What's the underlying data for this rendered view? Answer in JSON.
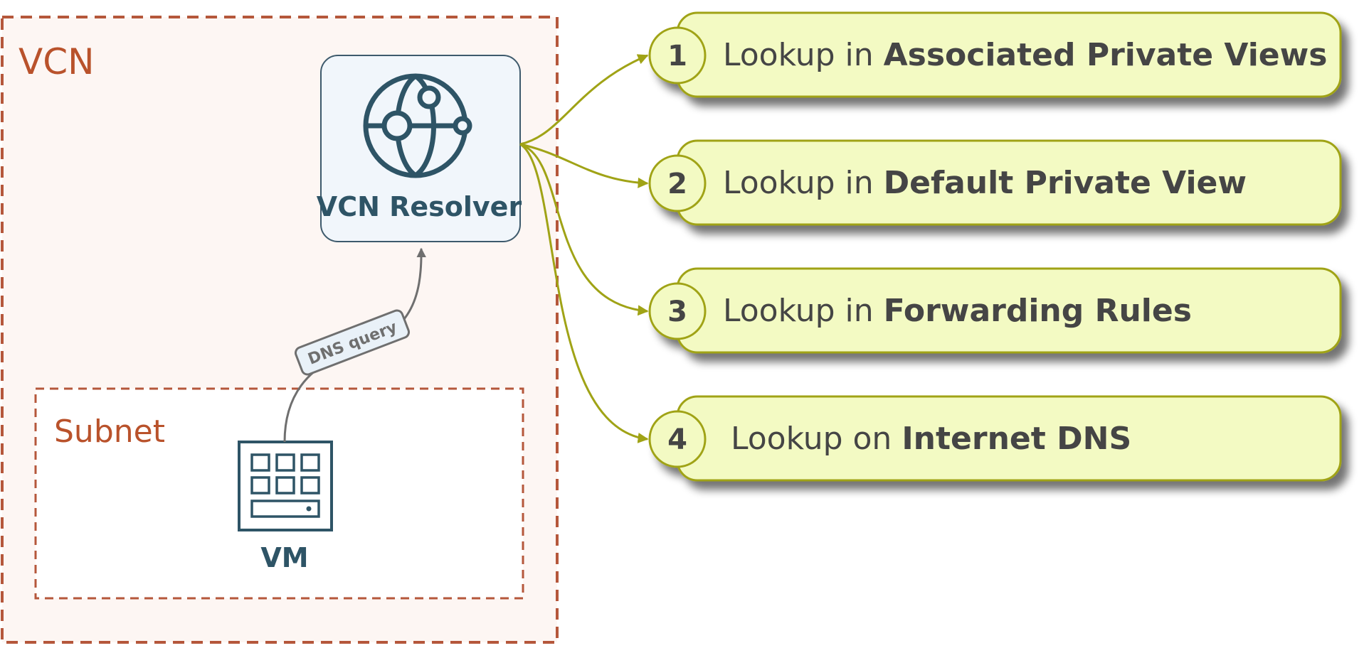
{
  "colors": {
    "boundary": "#b5573b",
    "boundary_label": "#b9522b",
    "vcn_fill": "#fdf6f3",
    "resolver_fill": "#f1f6fb",
    "resolver_stroke": "#3e5a6c",
    "icon_color": "#2e5466",
    "step_fill": "#f3fac3",
    "step_stroke": "#a0a316",
    "step_text": "#444444",
    "query_arrow": "#6f6f6f",
    "query_tag_fill": "#e9f1f8"
  },
  "vcn": {
    "label": "VCN"
  },
  "subnet": {
    "label": "Subnet"
  },
  "resolver": {
    "label": "VCN Resolver",
    "icon": "globe-network-icon"
  },
  "vm": {
    "label": "VM",
    "icon": "server-icon"
  },
  "query": {
    "label": "DNS query"
  },
  "steps": [
    {
      "number": "1",
      "prefix": "Lookup in ",
      "emphasis": "Associated Private Views"
    },
    {
      "number": "2",
      "prefix": "Lookup in ",
      "emphasis": "Default Private View"
    },
    {
      "number": "3",
      "prefix": "Lookup in ",
      "emphasis": "Forwarding Rules"
    },
    {
      "number": "4",
      "prefix": "Lookup on ",
      "emphasis": "Internet DNS"
    }
  ]
}
